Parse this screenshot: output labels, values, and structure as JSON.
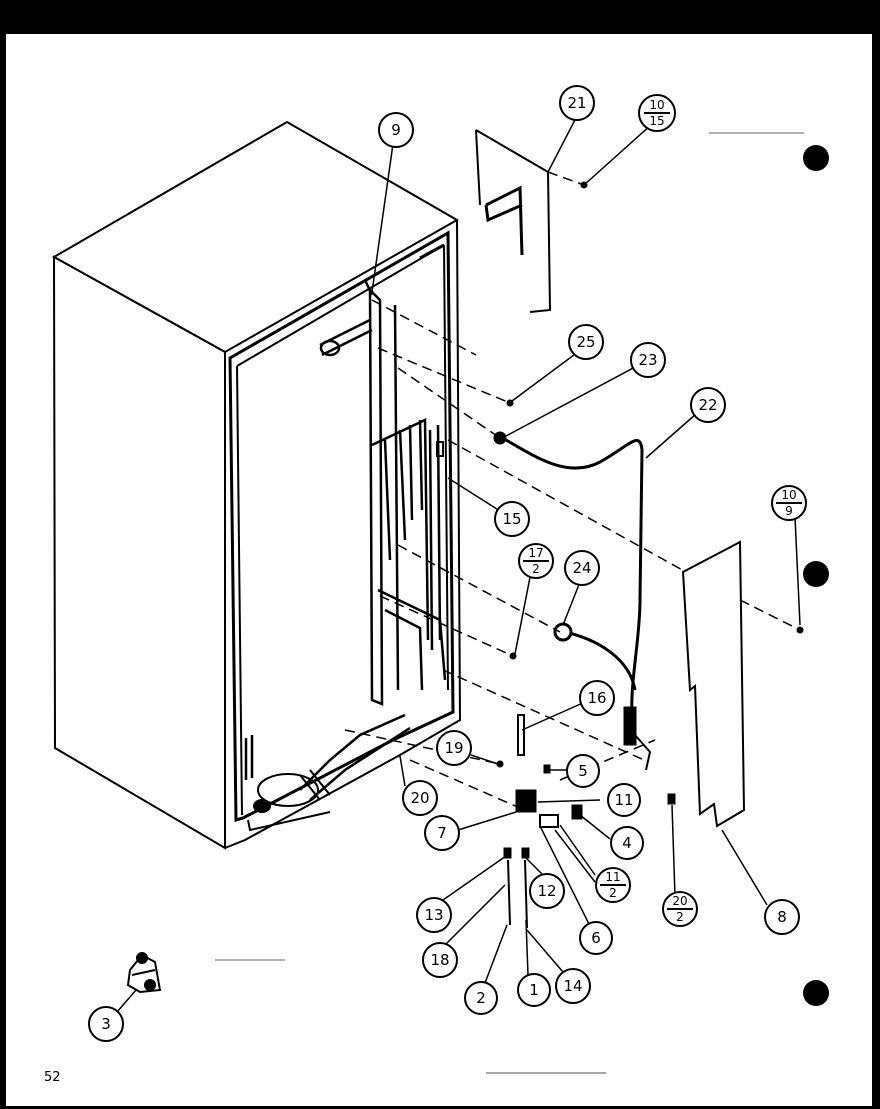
{
  "page": {
    "page_number": "52"
  },
  "callouts": [
    {
      "id": "c21",
      "label": "21"
    },
    {
      "id": "c9",
      "label": "9"
    },
    {
      "id": "c25",
      "label": "25"
    },
    {
      "id": "c23",
      "label": "23"
    },
    {
      "id": "c22",
      "label": "22"
    },
    {
      "id": "c15",
      "label": "15"
    },
    {
      "id": "c24",
      "label": "24"
    },
    {
      "id": "c16",
      "label": "16"
    },
    {
      "id": "c19",
      "label": "19"
    },
    {
      "id": "c5",
      "label": "5"
    },
    {
      "id": "c11",
      "label": "11"
    },
    {
      "id": "c20",
      "label": "20"
    },
    {
      "id": "c7",
      "label": "7"
    },
    {
      "id": "c4",
      "label": "4"
    },
    {
      "id": "c13",
      "label": "13"
    },
    {
      "id": "c12",
      "label": "12"
    },
    {
      "id": "c6",
      "label": "6"
    },
    {
      "id": "c8",
      "label": "8"
    },
    {
      "id": "c18",
      "label": "18"
    },
    {
      "id": "c2",
      "label": "2"
    },
    {
      "id": "c1",
      "label": "1"
    },
    {
      "id": "c14",
      "label": "14"
    },
    {
      "id": "c3",
      "label": "3"
    }
  ],
  "fraction_callouts": [
    {
      "id": "f10_15",
      "top": "10",
      "bottom": "15"
    },
    {
      "id": "f10_9",
      "top": "10",
      "bottom": "9"
    },
    {
      "id": "f17_2",
      "top": "17",
      "bottom": "2"
    },
    {
      "id": "f11_2",
      "top": "11",
      "bottom": "2"
    },
    {
      "id": "f20_2",
      "top": "20",
      "bottom": "2"
    }
  ]
}
